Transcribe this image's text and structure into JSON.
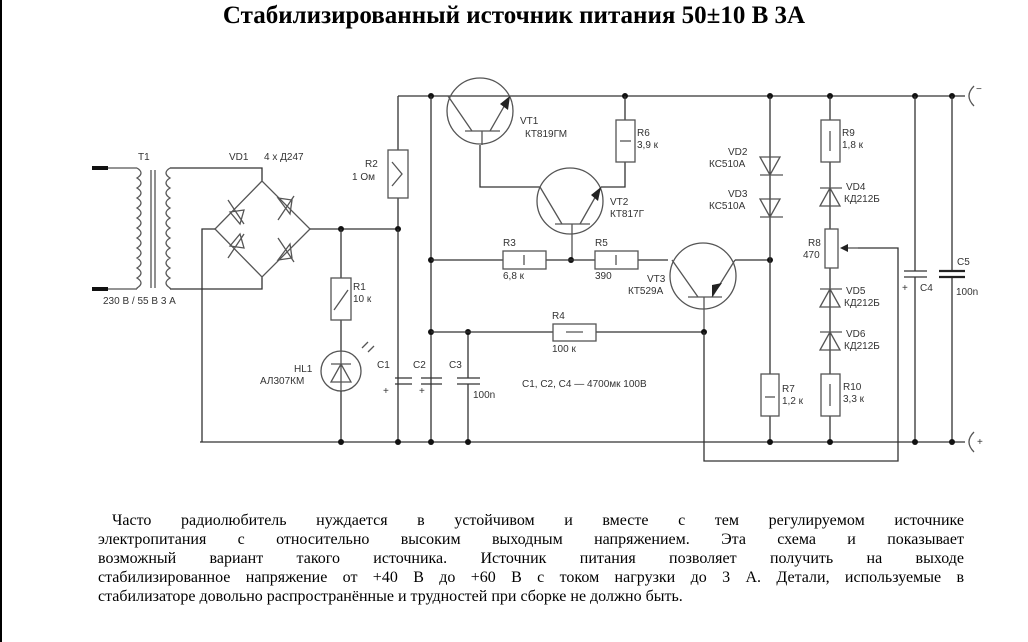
{
  "title": "Стабилизированный источник питания 50±10 В 3А",
  "schematic": {
    "transformer": {
      "ref": "T1",
      "rating": "230 В / 55 В 3 А"
    },
    "bridge": {
      "ref": "VD1",
      "part": "4 х Д247"
    },
    "resistors": [
      {
        "ref": "R1",
        "value": "10 к"
      },
      {
        "ref": "R2",
        "value": "1 Ом"
      },
      {
        "ref": "R3",
        "value": "6,8 к"
      },
      {
        "ref": "R4",
        "value": "100 к"
      },
      {
        "ref": "R5",
        "value": "390"
      },
      {
        "ref": "R6",
        "value": "3,9 к"
      },
      {
        "ref": "R7",
        "value": "1,2 к"
      },
      {
        "ref": "R8",
        "value": "470"
      },
      {
        "ref": "R9",
        "value": "1,8 к"
      },
      {
        "ref": "R10",
        "value": "3,3 к"
      }
    ],
    "transistors": [
      {
        "ref": "VT1",
        "part": "КТ819ГМ"
      },
      {
        "ref": "VT2",
        "part": "КТ817Г"
      },
      {
        "ref": "VT3",
        "part": "КТ529А"
      }
    ],
    "diodes": [
      {
        "ref": "VD2",
        "part": "КС510А"
      },
      {
        "ref": "VD3",
        "part": "КС510А"
      },
      {
        "ref": "VD4",
        "part": "КД212Б"
      },
      {
        "ref": "VD5",
        "part": "КД212Б"
      },
      {
        "ref": "VD6",
        "part": "КД212Б"
      }
    ],
    "led": {
      "ref": "HL1",
      "part": "АЛ307КМ"
    },
    "capacitors": [
      {
        "ref": "C1",
        "value": "",
        "polarity": "+"
      },
      {
        "ref": "C2",
        "value": "",
        "polarity": "+"
      },
      {
        "ref": "C3",
        "value": "100n",
        "polarity": ""
      },
      {
        "ref": "C4",
        "value": "",
        "polarity": "+"
      },
      {
        "ref": "C5",
        "value": "100n",
        "polarity": ""
      }
    ],
    "note": "C1, C2, C4 — 4700мк 100В",
    "terminals": {
      "top": "−",
      "bottom": "+"
    }
  },
  "paragraph": {
    "lines": [
      "Часто радиолюбитель нуждается в устойчивом и вместе с тем регулируемом источнике",
      "электропитания с относительно высоким выходным напряжением. Эта схема и показывает",
      "возможный вариант такого источника. Источник питания позволяет получить на выходе",
      "стабилизированное напряжение от +40 В до +60 В с током нагрузки до 3 А. Детали, используемые в",
      "стабилизаторе довольно распространённые и трудностей при сборке не должно быть."
    ]
  }
}
